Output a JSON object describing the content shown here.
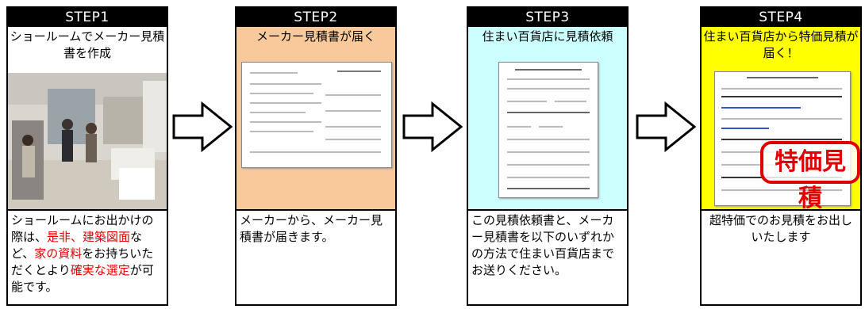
{
  "steps": [
    {
      "label": "STEP1",
      "title": "ショールームでメーカー見積書を作成",
      "desc_parts": [
        "ショールームにお出かけの際は、",
        "是非、建築図面",
        "など、",
        "家の資料",
        "をお持ちいただくとより",
        "確実な選定",
        "が可能です。"
      ]
    },
    {
      "label": "STEP2",
      "title": "メーカー見積書が届く",
      "desc": "メーカーから、メーカー見積書が届きます。"
    },
    {
      "label": "STEP3",
      "title": "住まい百貨店に見積依頼",
      "desc": "この見積依頼書と、メーカー見積書を以下のいずれかの方法で住まい百貨店までお送りください。"
    },
    {
      "label": "STEP4",
      "title": "住まい百貨店から特価見積が届く！",
      "desc": "超特価でのお見積をお出しいたします",
      "stamp": "特価見積"
    }
  ],
  "colors": {
    "step2_bg": "#f8c99a",
    "step3_bg": "#ccffff",
    "step4_bg": "#ffff00",
    "accent_red": "#e00000"
  },
  "icons": [
    "showroom-photo",
    "right-arrow-icon",
    "estimate-document"
  ]
}
